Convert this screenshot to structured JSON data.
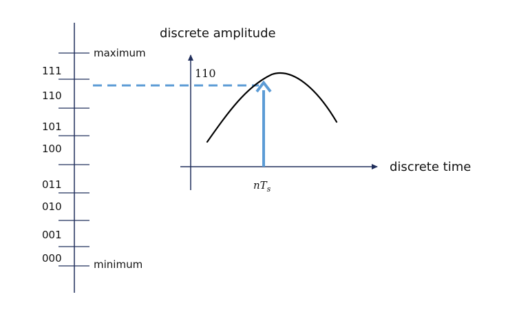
{
  "levels": {
    "maximum_label": "maximum",
    "minimum_label": "minimum",
    "codes": [
      "111",
      "110",
      "101",
      "100",
      "011",
      "010",
      "001",
      "000"
    ]
  },
  "graph": {
    "y_title": "discrete amplitude",
    "x_title": "discrete time",
    "sample_value": "110",
    "sample_time": {
      "var": "nT",
      "sub": "s"
    }
  },
  "colors": {
    "axis": "#1f2d5a",
    "sample": "#5b9bd5",
    "curve": "#000000",
    "scale": "#1f2d5a"
  }
}
